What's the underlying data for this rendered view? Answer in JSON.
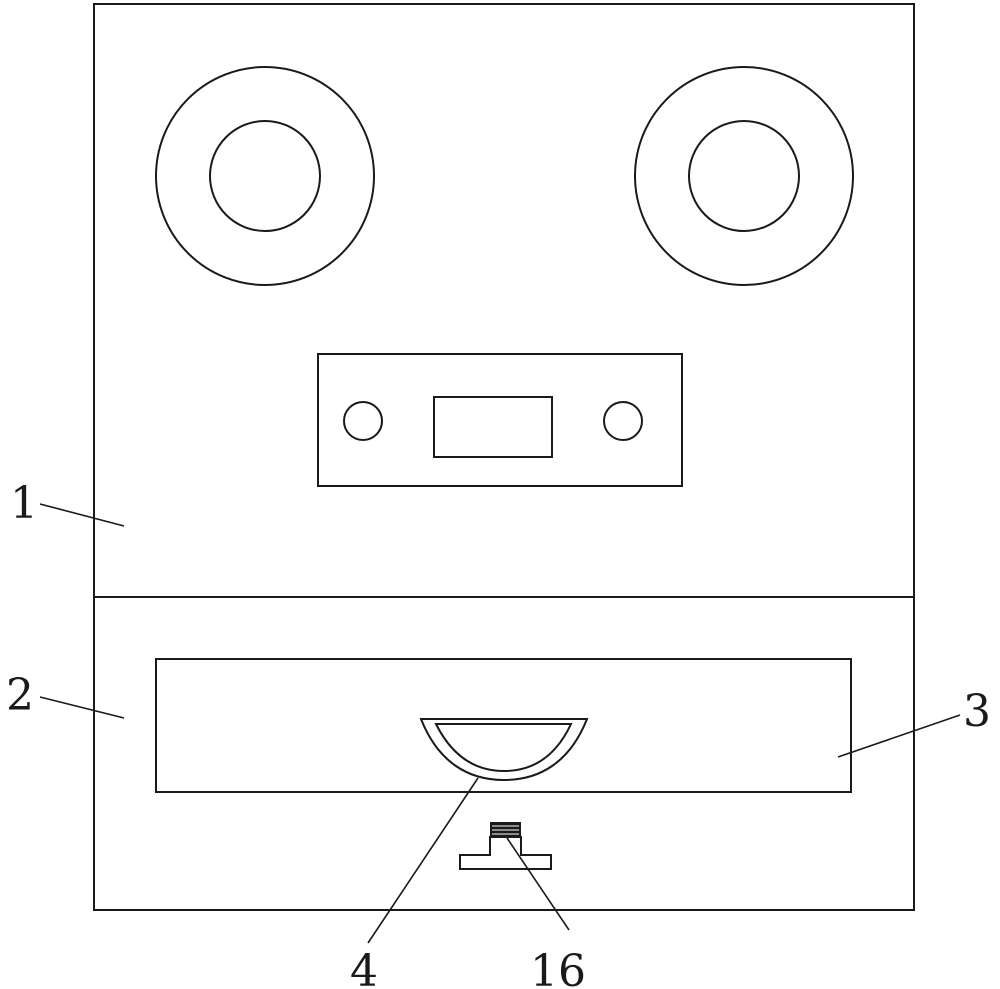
{
  "figure": {
    "callouts": [
      {
        "id": "1",
        "text": "1"
      },
      {
        "id": "2",
        "text": "2"
      },
      {
        "id": "3",
        "text": "3"
      },
      {
        "id": "4",
        "text": "4"
      },
      {
        "id": "16",
        "text": "16"
      }
    ]
  },
  "colors": {
    "line": "#1a1a1a",
    "background": "#ffffff"
  }
}
